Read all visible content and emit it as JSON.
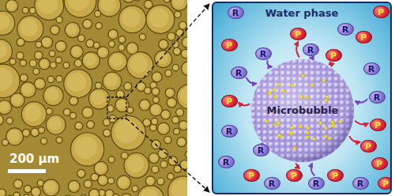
{
  "diagram": {
    "nodes": [
      {
        "text": [
          "Water phase"
        ]
      },
      {
        "text": [
          "Microbubble"
        ],
        "in": 0
      },
      {
        "text": [
          "R"
        ],
        "in": 0
      },
      {
        "text": [
          "P"
        ],
        "in": 0
      },
      {
        "text": [
          "R"
        ],
        "in": 0
      },
      {
        "text": [
          "P"
        ],
        "in": 0
      },
      {
        "text": [
          "P"
        ],
        "in": 0
      },
      {
        "text": [
          "P"
        ],
        "in": 0
      },
      {
        "text": [
          "R"
        ],
        "in": 0
      },
      {
        "text": [
          "R"
        ],
        "in": 0
      },
      {
        "text": [
          "P"
        ],
        "in": 0
      },
      {
        "text": [
          "R"
        ],
        "in": 0
      },
      {
        "text": [
          "R"
        ],
        "in": 0
      },
      {
        "text": [
          "R"
        ],
        "in": 0
      },
      {
        "text": [
          "P"
        ],
        "in": 0
      },
      {
        "text": [
          "P"
        ],
        "in": 0
      },
      {
        "text": [
          "R"
        ],
        "in": 0
      },
      {
        "text": [
          "R"
        ],
        "in": 0
      },
      {
        "text": [
          "P"
        ],
        "in": 0
      },
      {
        "text": [
          "R"
        ],
        "in": 0
      },
      {
        "text": [
          "P"
        ],
        "in": 0
      },
      {
        "text": [
          "P"
        ],
        "in": 0
      },
      {
        "text": [
          "R"
        ],
        "in": 0
      },
      {
        "text": [
          "P"
        ],
        "in": 0
      },
      {
        "text": [
          "R"
        ],
        "in": 0
      },
      {
        "text": [
          "P"
        ],
        "in": 0
      },
      {
        "text": [
          "R"
        ],
        "in": 0
      },
      {
        "text": [
          "P"
        ],
        "in": 0
      }
    ],
    "edges": [
      {
        "from": 9,
        "to": 1,
        "arrow": "to"
      },
      {
        "from": 1,
        "to": 5,
        "arrow": "to"
      },
      {
        "from": 8,
        "to": 1,
        "arrow": "to"
      },
      {
        "from": 1,
        "to": 10,
        "arrow": "to"
      },
      {
        "from": 12,
        "to": 1,
        "arrow": "to"
      },
      {
        "from": 1,
        "to": 14,
        "arrow": "to"
      },
      {
        "from": 13,
        "to": 1,
        "arrow": "to"
      },
      {
        "from": 1,
        "to": 15,
        "arrow": "to"
      },
      {
        "from": 17,
        "to": 1,
        "arrow": "to"
      },
      {
        "from": 1,
        "to": 23,
        "arrow": "to"
      },
      {
        "from": 24,
        "to": 1,
        "arrow": "to"
      },
      {
        "from": 1,
        "to": 18,
        "arrow": "to"
      }
    ],
    "labels": [
      "200 μm"
    ]
  }
}
